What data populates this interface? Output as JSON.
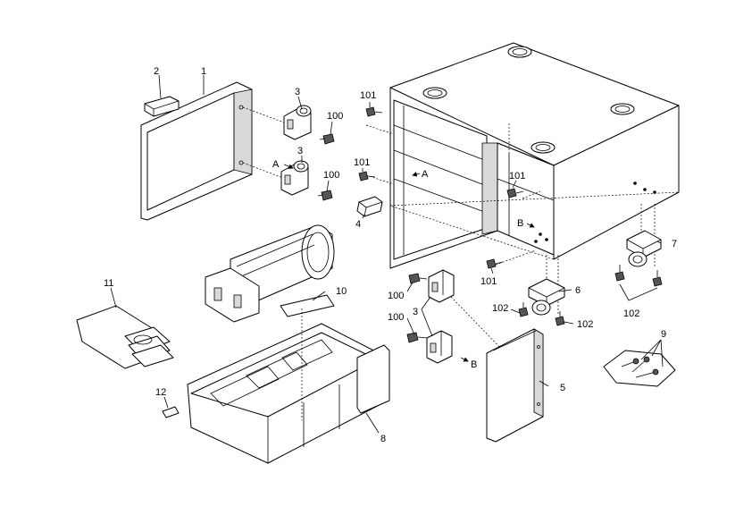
{
  "callouts": {
    "c1": "1",
    "c2": "2",
    "c3a": "3",
    "c3b": "3",
    "c3c": "3",
    "c4": "4",
    "c5": "5",
    "c6": "6",
    "c7": "7",
    "c8": "8",
    "c9": "9",
    "c10": "10",
    "c11": "11",
    "c12": "12",
    "c100a": "100",
    "c100b": "100",
    "c100c": "100",
    "c100d": "100",
    "c101a": "101",
    "c101b": "101",
    "c101c": "101",
    "c101d": "101",
    "c102a": "102",
    "c102b": "102",
    "c102c": "102"
  },
  "view_markers": {
    "a1": "A",
    "a2": "A",
    "b1": "B",
    "b2": "B"
  }
}
